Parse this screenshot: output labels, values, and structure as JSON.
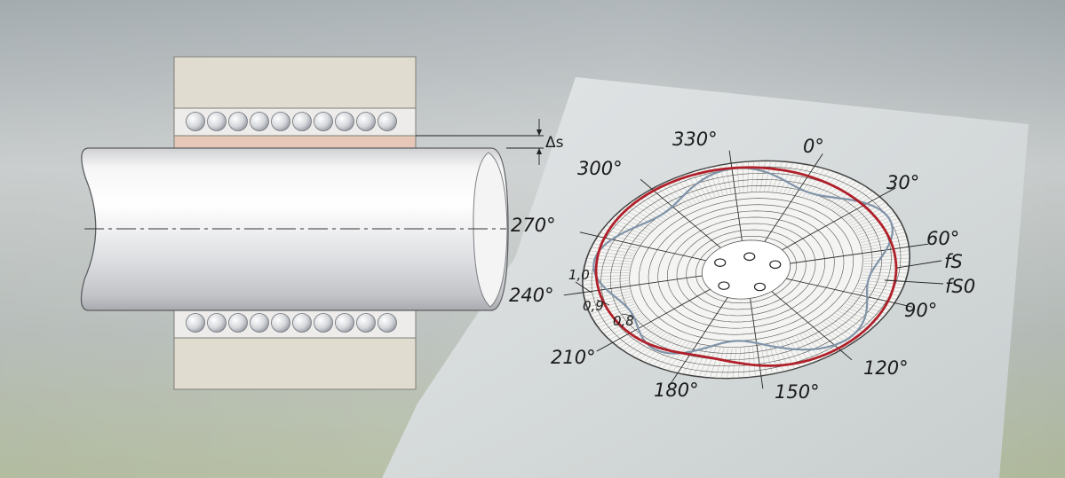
{
  "gap_label": "Δs",
  "polar": {
    "angle_labels": [
      "0°",
      "30°",
      "60°",
      "90°",
      "120°",
      "150°",
      "180°",
      "210°",
      "240°",
      "270°",
      "300°",
      "330°"
    ],
    "scale_labels": [
      "1,0",
      "0,9",
      "0,8"
    ],
    "curve_labels": [
      "fS",
      "fS0"
    ]
  },
  "colors": {
    "red_curve": "#b0202a",
    "blue_curve": "#7f93a8",
    "background": "#b9bdbd"
  }
}
